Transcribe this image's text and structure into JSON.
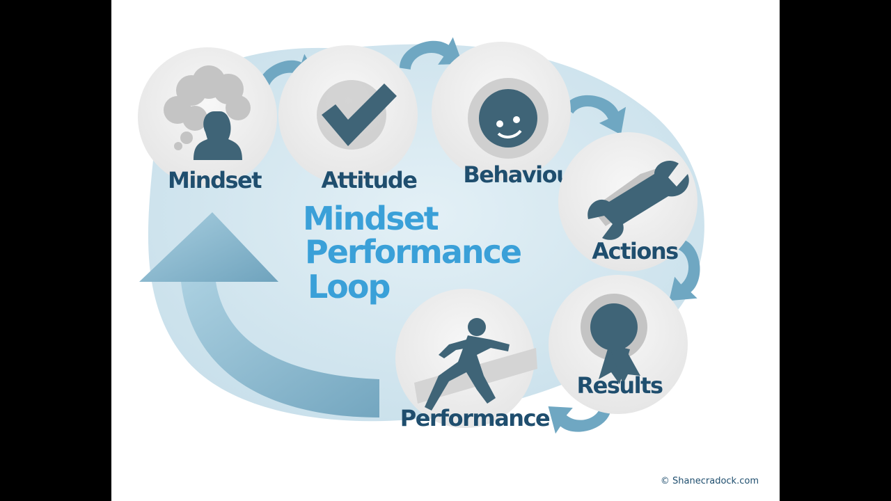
{
  "diagram": {
    "title_lines": [
      "Mindset",
      "Performance",
      "Loop"
    ],
    "nodes": [
      {
        "label": "Mindset",
        "icon": "head-thought-icon"
      },
      {
        "label": "Attitude",
        "icon": "checkmark-icon"
      },
      {
        "label": "Behaviour",
        "icon": "smiley-face-icon"
      },
      {
        "label": "Actions",
        "icon": "wrench-icon"
      },
      {
        "label": "Results",
        "icon": "award-ribbon-icon"
      },
      {
        "label": "Performance",
        "icon": "runner-icon"
      }
    ],
    "credit": "© Shanecradock.com"
  },
  "colors": {
    "blob": "#d6e9f1",
    "arrow": "#6fa7c2",
    "big_arrow": "#8dbcd3",
    "circle": "#f2f2f2",
    "icon": "#3f6477",
    "label": "#1f4e6e",
    "title": "#3aa0d8"
  }
}
